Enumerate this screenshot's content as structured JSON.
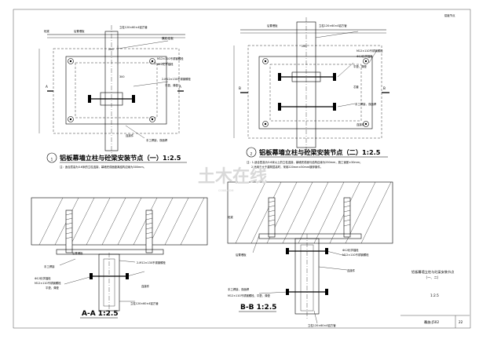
{
  "sheet": {
    "page_tag": "铝板节点",
    "page_number": "22",
    "drawing_no": "幕施-J502",
    "scale_block": "1:2.5",
    "block_title_1": "铝板幕墙立柱与砼梁安装节点",
    "block_title_2": "（一、二）"
  },
  "detail1": {
    "circle_no": "1",
    "title": "铝板幕墙立柱与砼梁安装节点（一）1:2.5",
    "note": "注：适合层高为3.6米的立柱连接，幕墙完成面距离结构边缘为300mm。",
    "labels": [
      "砼梁",
      "后置埋板",
      "立柱120×60×4铝方管",
      "横梁/铝板",
      "M12×110不锈钢螺栓",
      "Φ12化学锚栓",
      "2-M12×130不锈钢螺栓",
      "平垫、弹垫",
      "手工焊接，双面焊",
      "连接件",
      "200",
      "300",
      "A",
      "A"
    ]
  },
  "detail2": {
    "circle_no": "2",
    "title": "铝板幕墙立柱与砼梁安装节点（二）1:2.5",
    "note_1": "注：1.适合层高为3.6米以上的立柱连接，幕墙完成面与结构边缘为250mm，施工误差±30mm；",
    "note_2": "2.适用于大于建筑层高时，采用220mm×50mm镀锌钢件。",
    "labels": [
      "后置埋板",
      "立柱120×60×4铝方管",
      "M12×110不锈钢螺栓",
      "Φ12化学锚栓",
      "平垫、弹垫",
      "芯套",
      "手工焊接，双面焊",
      "连接件",
      "200",
      "B",
      "B"
    ]
  },
  "sectionA": {
    "title": "A-A 1:2.5",
    "labels": [
      "后置埋板",
      "手工焊接",
      "Φ12化学锚栓",
      "M12×110不锈钢螺栓",
      "平垫、弹垫",
      "2-M12×130不锈钢螺栓",
      "立柱120×60×4铝方管",
      "连接件"
    ]
  },
  "sectionB": {
    "title": "B-B 1:2.5",
    "labels": [
      "砼梁",
      "后置埋板",
      "Φ12化学锚栓",
      "M12×110不锈钢螺栓",
      "连接件",
      "手工焊接，双面焊",
      "M12×110不锈钢螺栓、平垫、弹垫",
      "立柱120×60×4铝方管"
    ]
  },
  "watermark": {
    "text": "土木在线",
    "sub": "COI88.COM"
  }
}
